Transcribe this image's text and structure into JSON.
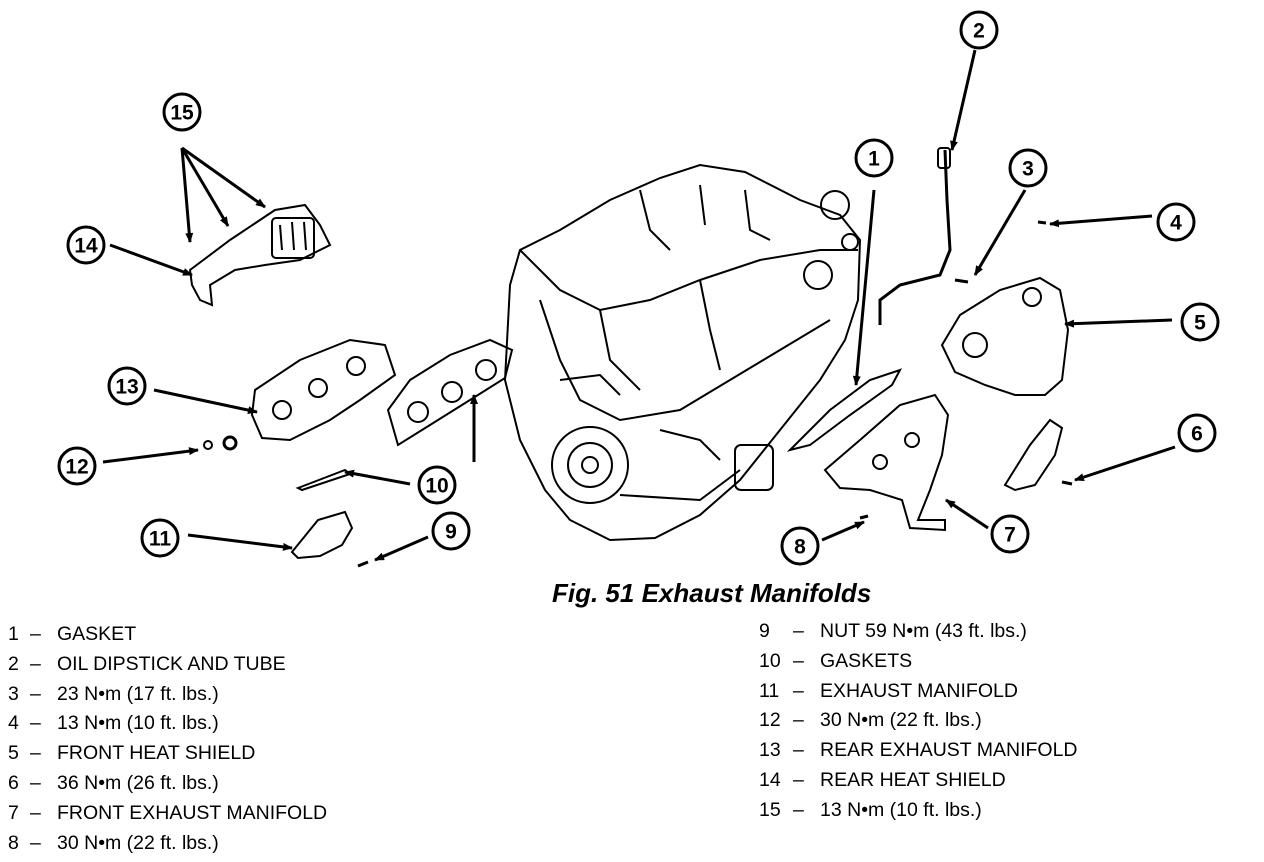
{
  "caption": "Fig. 51 Exhaust Manifolds",
  "callouts": [
    "1",
    "2",
    "3",
    "4",
    "5",
    "6",
    "7",
    "8",
    "9",
    "10",
    "11",
    "12",
    "13",
    "14",
    "15"
  ],
  "legend_left": [
    {
      "num": "1",
      "text": "GASKET"
    },
    {
      "num": "2",
      "text": "OIL DIPSTICK AND TUBE"
    },
    {
      "num": "3",
      "text": "23 N•m (17 ft. lbs.)"
    },
    {
      "num": "4",
      "text": "13 N•m (10 ft. lbs.)"
    },
    {
      "num": "5",
      "text": "FRONT HEAT SHIELD"
    },
    {
      "num": "6",
      "text": "36 N•m (26 ft. lbs.)"
    },
    {
      "num": "7",
      "text": "FRONT EXHAUST MANIFOLD"
    },
    {
      "num": "8",
      "text": "30 N•m (22 ft. lbs.)"
    }
  ],
  "legend_right": [
    {
      "num": "9",
      "text": "NUT 59 N•m (43 ft. lbs.)"
    },
    {
      "num": "10",
      "text": "GASKETS"
    },
    {
      "num": "11",
      "text": "EXHAUST MANIFOLD"
    },
    {
      "num": "12",
      "text": "30 N•m (22 ft. lbs.)"
    },
    {
      "num": "13",
      "text": "REAR EXHAUST MANIFOLD"
    },
    {
      "num": "14",
      "text": "REAR HEAT SHIELD"
    },
    {
      "num": "15",
      "text": "13 N•m (10 ft. lbs.)"
    }
  ],
  "separator": "–"
}
